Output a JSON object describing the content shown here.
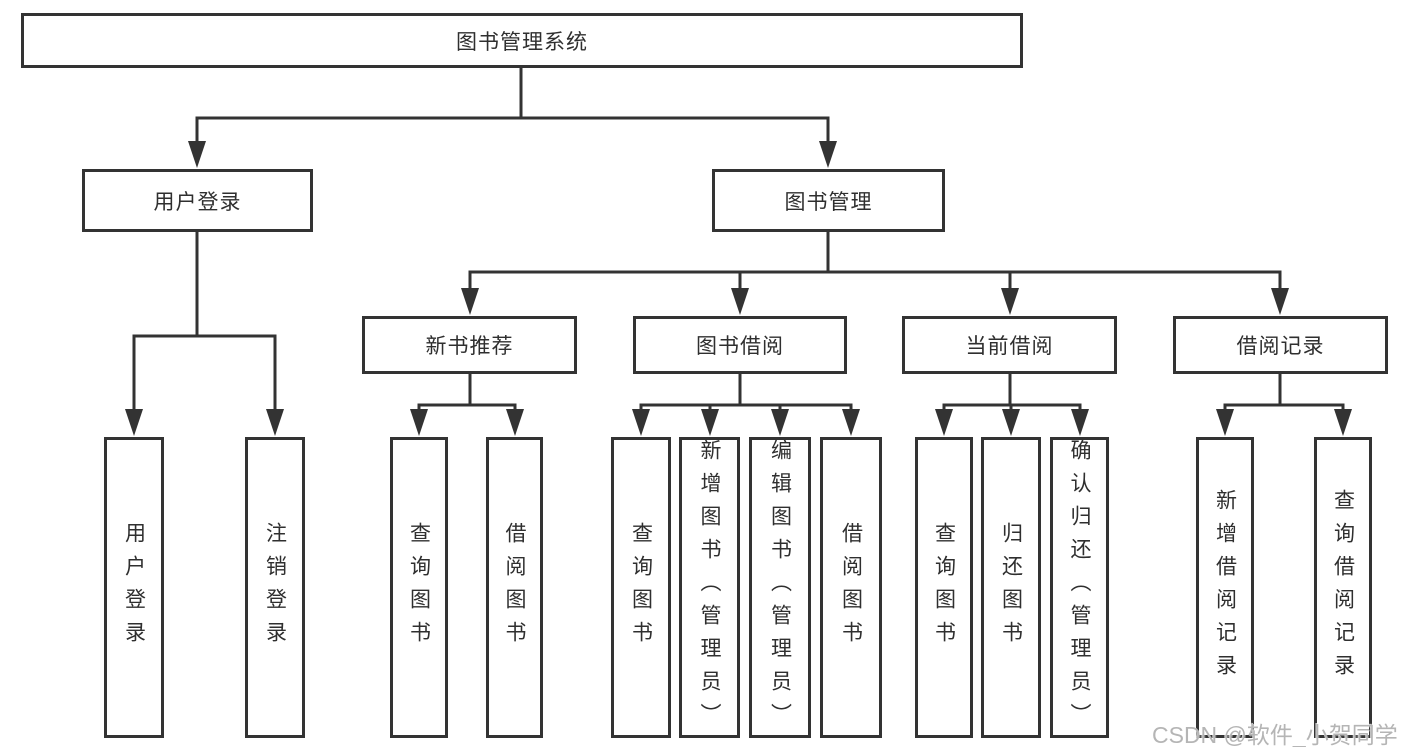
{
  "tree": {
    "root": {
      "label": "图书管理系统"
    },
    "user_login": {
      "label": "用户登录",
      "leaves": [
        {
          "label": "用户登录"
        },
        {
          "label": "注销登录"
        }
      ]
    },
    "book_mgmt": {
      "label": "图书管理",
      "groups": [
        {
          "label": "新书推荐",
          "leaves": [
            {
              "label": "查询图书"
            },
            {
              "label": "借阅图书"
            }
          ]
        },
        {
          "label": "图书借阅",
          "leaves": [
            {
              "label": "查询图书"
            },
            {
              "label": "新增图书（管理员）"
            },
            {
              "label": "编辑图书（管理员）"
            },
            {
              "label": "借阅图书"
            }
          ]
        },
        {
          "label": "当前借阅",
          "leaves": [
            {
              "label": "查询图书"
            },
            {
              "label": "归还图书"
            },
            {
              "label": "确认归还（管理员）"
            }
          ]
        },
        {
          "label": "借阅记录",
          "leaves": [
            {
              "label": "新增借阅记录"
            },
            {
              "label": "查询借阅记录"
            }
          ]
        }
      ]
    }
  },
  "watermark": {
    "text": "CSDN @软件_小贺同学"
  },
  "colors": {
    "line": "#333333",
    "text": "#2f2f2f",
    "background": "#ffffff",
    "watermark": "#b5b5b5"
  }
}
